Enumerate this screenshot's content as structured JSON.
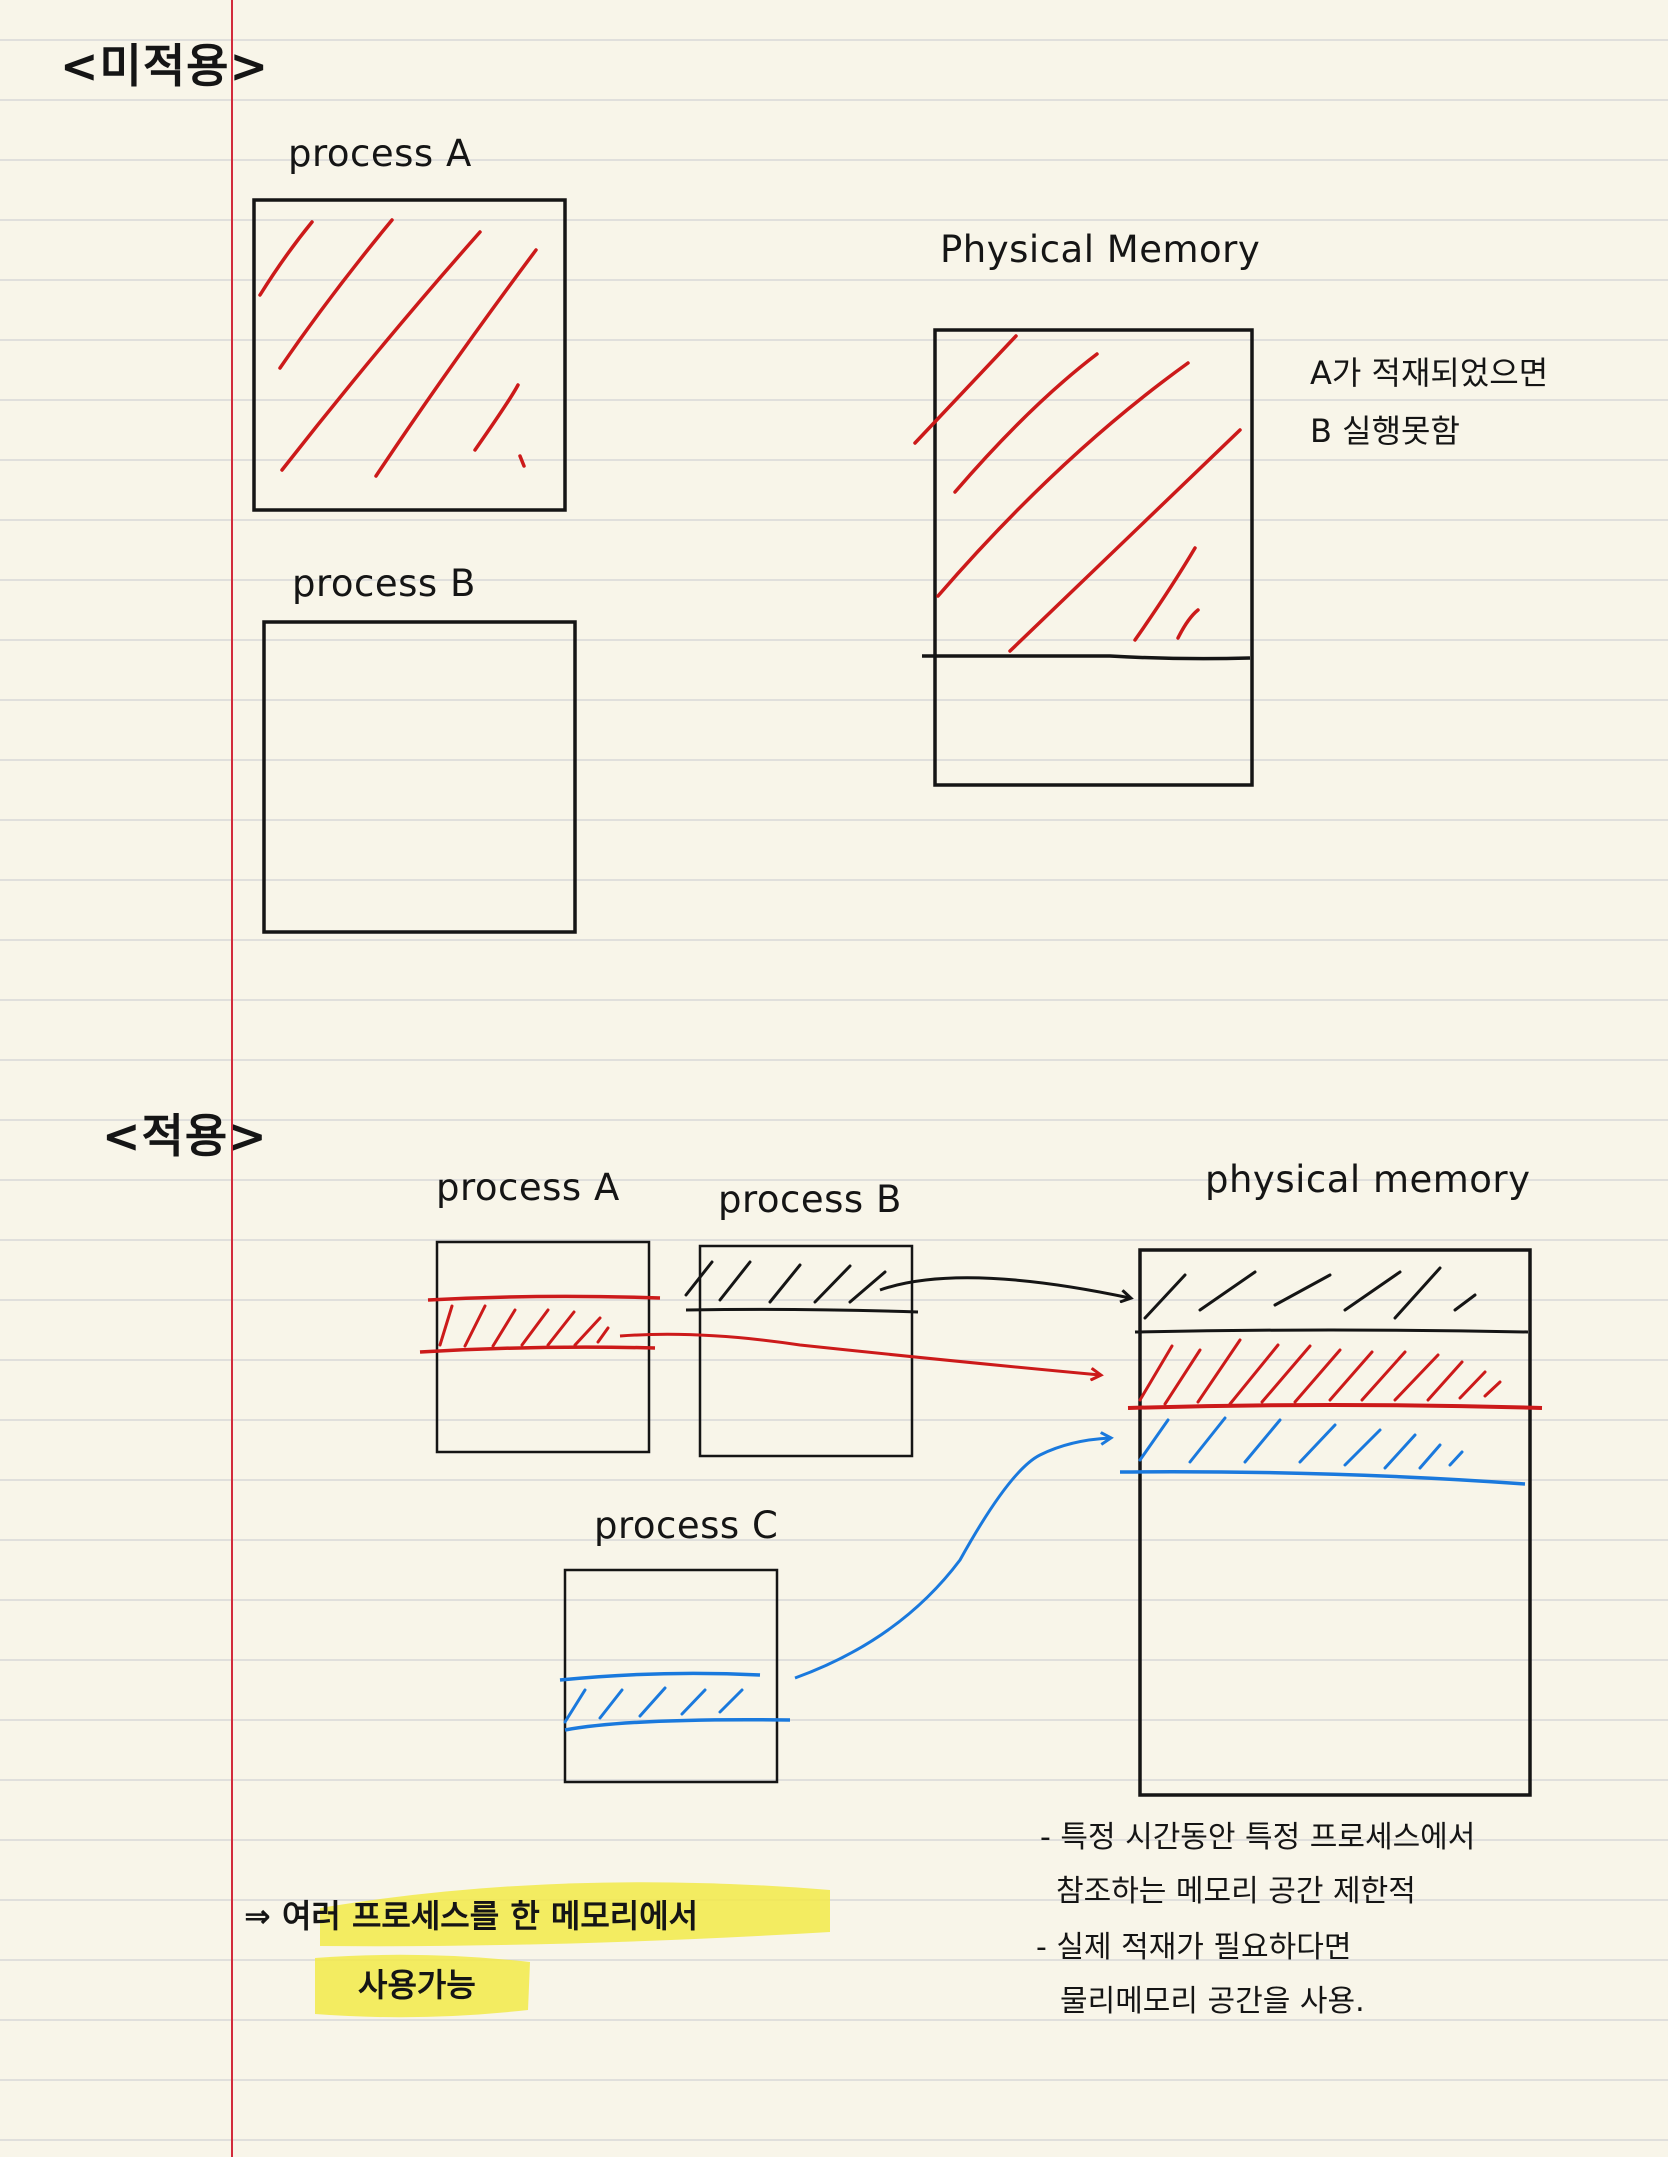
{
  "colors": {
    "paper": "#f8f5e9",
    "rule_line": "#d8d8d8",
    "margin_line": "#d22b3c",
    "ink": "#151515",
    "red": "#cc1a1a",
    "blue": "#1a79dd",
    "highlight": "#f2ea49"
  },
  "section1": {
    "title": "<미적용>",
    "process_a_label": "process A",
    "process_b_label": "process B",
    "physical_memory_label": "Physical Memory",
    "note_line1": "A가 적재되었으면",
    "note_line2": "B 실행못함"
  },
  "section2": {
    "title": "<적용>",
    "process_a_label": "process A",
    "process_b_label": "process B",
    "process_c_label": "process C",
    "physical_memory_label": "physical memory",
    "note1_line1": "- 특정 시간동안 특정 프로세스에서",
    "note1_line2": "참조하는 메모리 공간 제한적",
    "note2_line1": "- 실제 적재가 필요하다면",
    "note2_line2": "물리메모리 공간을 사용.",
    "conclusion_line1": "⇒ 여러 프로세스를 한 메모리에서",
    "conclusion_line2": "사용가능"
  }
}
